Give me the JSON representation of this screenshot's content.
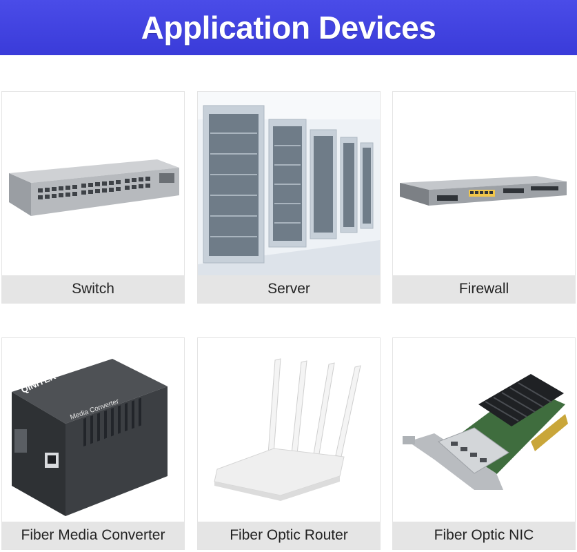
{
  "banner": {
    "title": "Application Devices",
    "color": "#3b3cdc"
  },
  "devices": [
    {
      "label": "Switch",
      "icon": "network-switch-icon"
    },
    {
      "label": "Server",
      "icon": "server-room-icon"
    },
    {
      "label": "Firewall",
      "icon": "firewall-appliance-icon"
    },
    {
      "label": "Fiber Media Converter",
      "icon": "media-converter-icon",
      "brand": "QINIYEK",
      "device_text": "Media Converter"
    },
    {
      "label": "Fiber Optic Router",
      "icon": "router-icon"
    },
    {
      "label": "Fiber Optic NIC",
      "icon": "nic-card-icon"
    }
  ]
}
